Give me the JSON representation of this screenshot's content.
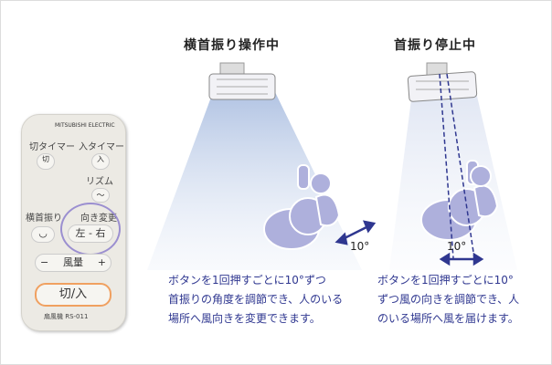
{
  "left_panel": {
    "title": "横首振り操作中",
    "angle_label": "10°",
    "description": "ボタンを1回押すごとに10°ずつ\n首振りの角度を調節でき、人のいる\n場所へ風向きを変更できます。"
  },
  "right_panel": {
    "title": "首振り停止中",
    "angle_label": "10°",
    "description": "ボタンを1回押すごとに10°\nずつ風の向きを調節でき、人\nのいる場所へ風を届けます。"
  },
  "remote": {
    "brand": "MITSUBISHI ELECTRIC",
    "off_timer": "切タイマー",
    "off_timer_icon": "切",
    "on_timer": "入タイマー",
    "on_timer_icon": "入",
    "rhythm": "リズム",
    "rhythm_icon": "〜",
    "swing": "横首振り",
    "swing_icon": "◡",
    "direction": "向き変更",
    "left": "左",
    "dash": "-",
    "right": "右",
    "fan_minus": "−",
    "fan_speed": "風量",
    "fan_plus": "+",
    "power": "切/入",
    "model": "扇風機  RS-011"
  },
  "colors": {
    "text": "#2f3790",
    "highlight_circle": "#9b8fd0",
    "power_ring": "#f0a060",
    "person": "#aeb0dc"
  }
}
